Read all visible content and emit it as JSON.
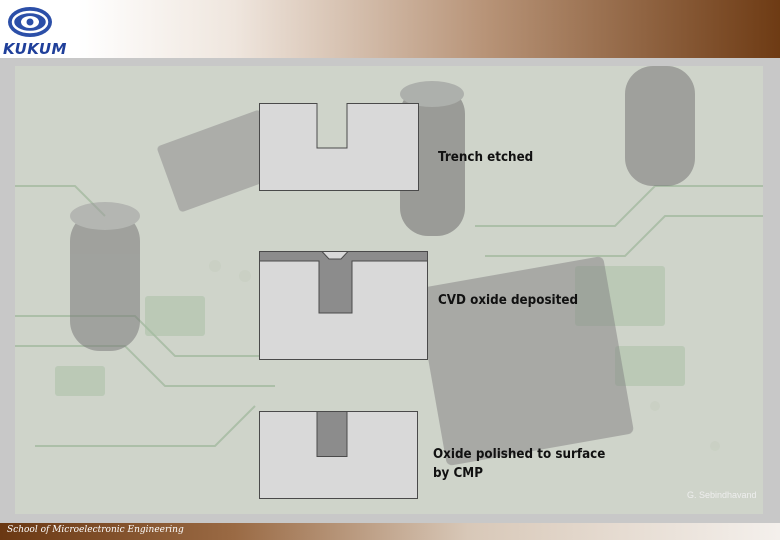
{
  "logo": {
    "text": "KUKUM"
  },
  "steps": [
    {
      "caption": "Trench etched"
    },
    {
      "caption": "CVD oxide deposited"
    },
    {
      "caption": "Oxide polished to surface\nby CMP"
    }
  ],
  "credit": "G. Sebindhavand",
  "footer": {
    "text": "School of Microelectronic Engineering"
  },
  "colors": {
    "substrate": "#d9d9d9",
    "oxide": "#8c8c8c",
    "outline": "#4a4a4a"
  }
}
